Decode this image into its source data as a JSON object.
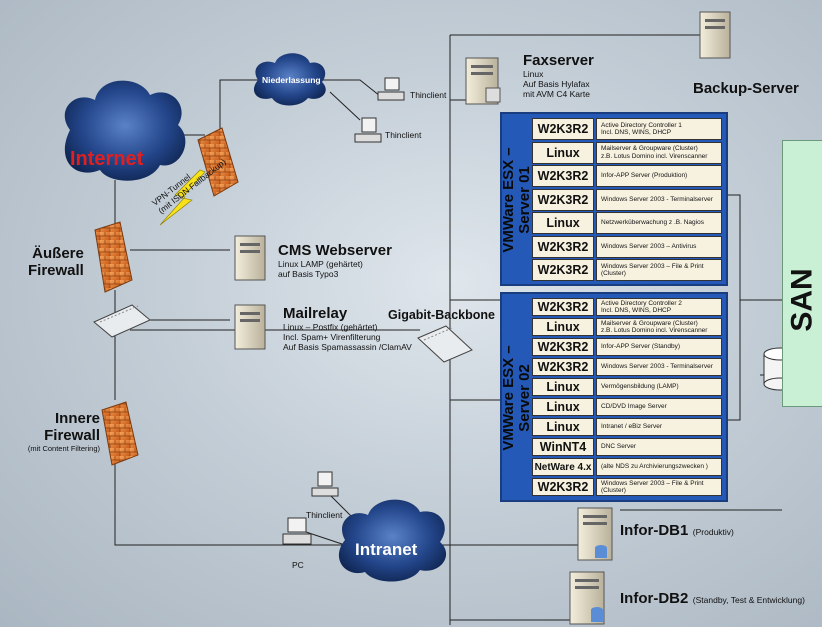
{
  "internet": {
    "label": "Internet"
  },
  "branch": {
    "label": "Niederlassung"
  },
  "intranet": {
    "label": "Intranet"
  },
  "vpn": {
    "line1": "VPN-Tunnel",
    "line2": "(mit ISDN Fallbackup)"
  },
  "thinclient_labels": [
    "Thinclient",
    "Thinclient",
    "Thinclient"
  ],
  "pc": {
    "label": "PC"
  },
  "outer_firewall": {
    "line1": "Äußere",
    "line2": "Firewall"
  },
  "inner_firewall": {
    "line1": "Innere",
    "line2": "Firewall",
    "note": "(mit Content Filtering)"
  },
  "cms": {
    "title": "CMS Webserver",
    "line1": "Linux LAMP (gehärtet)",
    "line2": "auf Basis Typo3"
  },
  "mailrelay": {
    "title": "Mailrelay",
    "line1": "Linux – Postfix (gehärtet)",
    "line2": "Incl. Spam+ Virenfilterung",
    "line3": "Auf Basis Spamassassin /ClamAV"
  },
  "backbone": {
    "label": "Gigabit-Backbone"
  },
  "faxserver": {
    "title": "Faxserver",
    "line1": "Linux",
    "line2": "Auf Basis Hylafax",
    "line3": "mit AVM C4 Karte"
  },
  "backup": {
    "title": "Backup-Server"
  },
  "esx1": {
    "title_line1": "VMWare ESX –",
    "title_line2": "Server 01",
    "vms": [
      {
        "os": "W2K3R2",
        "desc1": "Active Directory Controller 1",
        "desc2": "Incl. DNS, WINS, DHCP"
      },
      {
        "os": "Linux",
        "desc1": "Mailserver & Groupware (Cluster)",
        "desc2": "z.B. Lotus Domino incl. Virenscanner"
      },
      {
        "os": "W2K3R2",
        "desc1": "Infor-APP Server (Produktion)",
        "desc2": ""
      },
      {
        "os": "W2K3R2",
        "desc1": "Windows Server 2003 - Terminalserver",
        "desc2": ""
      },
      {
        "os": "Linux",
        "desc1": "Netzwerküberwachung z .B. Nagios",
        "desc2": ""
      },
      {
        "os": "W2K3R2",
        "desc1": "Windows Server 2003 – Antivirus",
        "desc2": ""
      },
      {
        "os": "W2K3R2",
        "desc1": "Windows Server 2003 – File & Print",
        "desc2": "(Cluster)"
      }
    ]
  },
  "esx2": {
    "title_line1": "VMWare ESX –",
    "title_line2": "Server 02",
    "vms": [
      {
        "os": "W2K3R2",
        "desc1": "Active Directory Controller 2",
        "desc2": "Incl. DNS, WINS, DHCP"
      },
      {
        "os": "Linux",
        "desc1": "Mailserver & Groupware (Cluster)",
        "desc2": "z.B. Lotus Domino incl. Virenscanner"
      },
      {
        "os": "W2K3R2",
        "desc1": "Infor-APP Server (Standby)",
        "desc2": ""
      },
      {
        "os": "W2K3R2",
        "desc1": "Windows Server 2003 - Terminalserver",
        "desc2": ""
      },
      {
        "os": "Linux",
        "desc1": "Vermögensbildung (LAMP)",
        "desc2": ""
      },
      {
        "os": "Linux",
        "desc1": "CD/DVD Image Server",
        "desc2": ""
      },
      {
        "os": "Linux",
        "desc1": "Intranet / eBiz Server",
        "desc2": ""
      },
      {
        "os": "WinNT4",
        "desc1": "DNC Server",
        "desc2": ""
      },
      {
        "os": "NetWare 4.x",
        "desc1": "(alte NDS zu Archivierungszwecken )",
        "desc2": ""
      },
      {
        "os": "W2K3R2",
        "desc1": "Windows Server 2003 – File & Print",
        "desc2": "(Cluster)"
      }
    ]
  },
  "san": {
    "label": "SAN"
  },
  "infor_db1": {
    "title": "Infor-DB1",
    "note": "(Produktiv)"
  },
  "infor_db2": {
    "title": "Infor-DB2",
    "note": "(Standby, Test & Entwicklung)"
  },
  "colors": {
    "esx_blue": "#2459b8",
    "san_green": "#c9efd5",
    "firewall": "#e07a2a",
    "cloud": "#1f3e78"
  }
}
